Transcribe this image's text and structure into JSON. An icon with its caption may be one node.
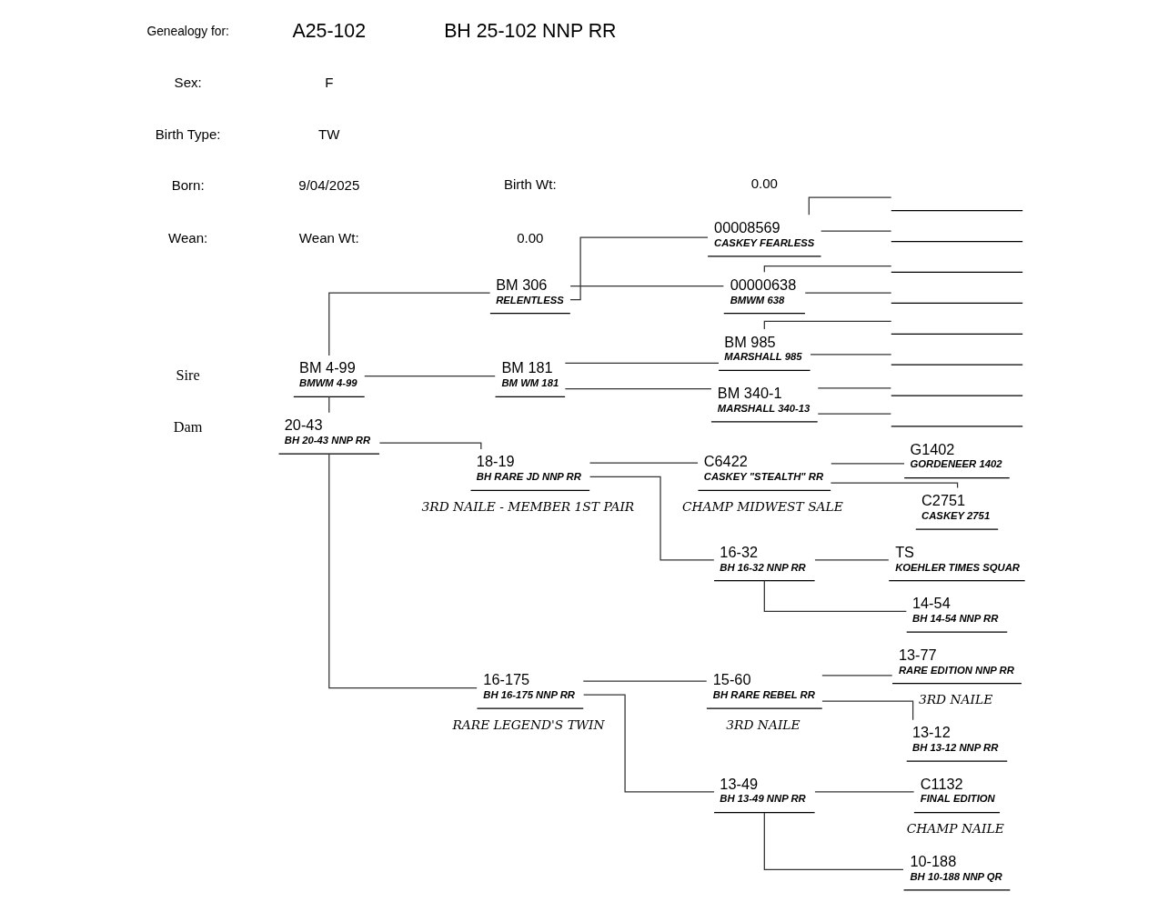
{
  "diagram": {
    "nodes": [
      {
        "text": [
          "BM 4-99",
          "BMWM 4-99"
        ]
      },
      {
        "text": [
          "20-43",
          "BH 20-43 NNP RR"
        ]
      },
      {
        "text": [
          "BM 306",
          "RELENTLESS"
        ]
      },
      {
        "text": [
          "BM 181",
          "BM WM 181"
        ]
      },
      {
        "text": [
          "18-19",
          "BH RARE JD NNP RR"
        ],
        "beside": [
          "3RD NAILE - MEMBER 1ST PAIR"
        ]
      },
      {
        "text": [
          "16-175",
          "BH 16-175 NNP RR"
        ],
        "beside": [
          "RARE LEGEND'S TWIN"
        ]
      },
      {
        "text": [
          "00008569",
          "CASKEY FEARLESS"
        ]
      },
      {
        "text": [
          "00000638",
          "BMWM 638"
        ]
      },
      {
        "text": [
          "BM 985",
          "MARSHALL 985"
        ]
      },
      {
        "text": [
          "BM 340-1",
          "MARSHALL 340-13"
        ]
      },
      {
        "text": [
          "C6422",
          "CASKEY \"STEALTH\" RR"
        ],
        "beside": [
          "CHAMP MIDWEST SALE"
        ]
      },
      {
        "text": [
          "16-32",
          "BH 16-32 NNP RR"
        ]
      },
      {
        "text": [
          "15-60",
          "BH RARE REBEL RR"
        ],
        "beside": [
          "3RD NAILE"
        ]
      },
      {
        "text": [
          "13-49",
          "BH 13-49 NNP RR"
        ]
      },
      {
        "text": [],
        "shape": "bar"
      },
      {
        "text": [],
        "shape": "bar"
      },
      {
        "text": [],
        "shape": "bar"
      },
      {
        "text": [],
        "shape": "bar"
      },
      {
        "text": [],
        "shape": "bar"
      },
      {
        "text": [],
        "shape": "bar"
      },
      {
        "text": [],
        "shape": "bar"
      },
      {
        "text": [],
        "shape": "bar"
      },
      {
        "text": [
          "G1402",
          "GORDENEER 1402"
        ]
      },
      {
        "text": [
          "C2751",
          "CASKEY 2751"
        ]
      },
      {
        "text": [
          "TS",
          "KOEHLER TIMES SQUAR"
        ]
      },
      {
        "text": [
          "14-54",
          "BH 14-54 NNP RR"
        ]
      },
      {
        "text": [
          "13-77",
          "RARE EDITION NNP RR"
        ],
        "beside": [
          "3RD NAILE"
        ]
      },
      {
        "text": [
          "13-12",
          "BH 13-12 NNP RR"
        ]
      },
      {
        "text": [
          "C1132",
          "FINAL EDITION"
        ],
        "beside": [
          "CHAMP NAILE"
        ]
      },
      {
        "text": [
          "10-188",
          "BH 10-188 NNP QR"
        ]
      }
    ],
    "edges": [
      {
        "from": 0,
        "to": 1,
        "arrow": "none"
      },
      {
        "from": 0,
        "to": 2,
        "arrow": "none"
      },
      {
        "from": 0,
        "to": 3,
        "arrow": "none"
      },
      {
        "from": 1,
        "to": 4,
        "arrow": "none"
      },
      {
        "from": 1,
        "to": 5,
        "arrow": "none"
      },
      {
        "from": 2,
        "to": 6,
        "arrow": "none"
      },
      {
        "from": 2,
        "to": 7,
        "arrow": "none"
      },
      {
        "from": 3,
        "to": 8,
        "arrow": "none"
      },
      {
        "from": 3,
        "to": 9,
        "arrow": "none"
      },
      {
        "from": 4,
        "to": 10,
        "arrow": "none"
      },
      {
        "from": 4,
        "to": 11,
        "arrow": "none"
      },
      {
        "from": 5,
        "to": 12,
        "arrow": "none"
      },
      {
        "from": 5,
        "to": 13,
        "arrow": "none"
      },
      {
        "from": 6,
        "to": 14,
        "arrow": "none"
      },
      {
        "from": 6,
        "to": 15,
        "arrow": "none"
      },
      {
        "from": 7,
        "to": 16,
        "arrow": "none"
      },
      {
        "from": 7,
        "to": 17,
        "arrow": "none"
      },
      {
        "from": 8,
        "to": 18,
        "arrow": "none"
      },
      {
        "from": 8,
        "to": 19,
        "arrow": "none"
      },
      {
        "from": 9,
        "to": 20,
        "arrow": "none"
      },
      {
        "from": 9,
        "to": 21,
        "arrow": "none"
      },
      {
        "from": 10,
        "to": 22,
        "arrow": "none"
      },
      {
        "from": 10,
        "to": 23,
        "arrow": "none"
      },
      {
        "from": 11,
        "to": 24,
        "arrow": "none"
      },
      {
        "from": 11,
        "to": 25,
        "arrow": "none"
      },
      {
        "from": 12,
        "to": 26,
        "arrow": "none"
      },
      {
        "from": 12,
        "to": 27,
        "arrow": "none"
      },
      {
        "from": 13,
        "to": 28,
        "arrow": "none"
      },
      {
        "from": 13,
        "to": 29,
        "arrow": "none"
      }
    ],
    "labels": [
      "Genealogy for:",
      "A25-102",
      "BH 25-102 NNP RR",
      "Sex:",
      "F",
      "Birth Type:",
      "TW",
      "Born:",
      "9/04/2025",
      "Birth Wt:",
      "0.00",
      "Wean:",
      "Wean Wt:",
      "0.00",
      "Sire",
      "Dam"
    ]
  }
}
